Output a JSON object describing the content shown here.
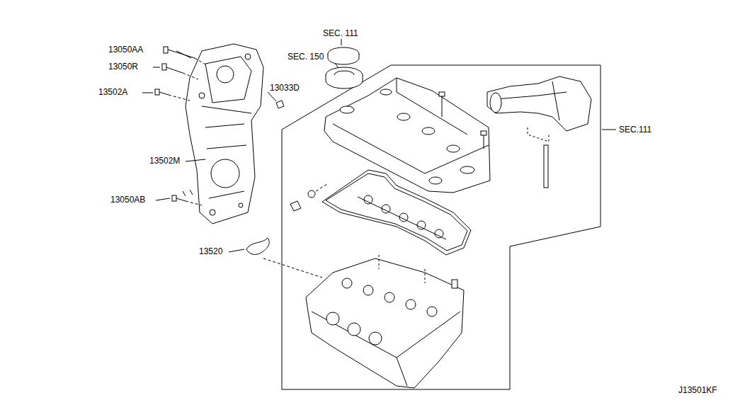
{
  "diagram": {
    "labels": [
      "13050AA",
      "13050R",
      "13502A",
      "13033D",
      "13502M",
      "13050AB",
      "13520",
      "SEC. 111",
      "SEC. 150",
      "SEC.111",
      "J13501KF"
    ]
  }
}
